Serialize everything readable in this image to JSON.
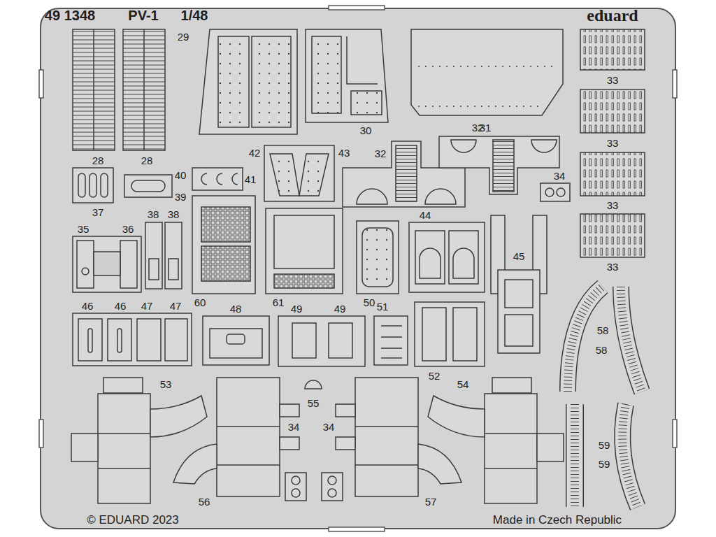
{
  "diagram": {
    "labels": [
      "49 1348",
      "PV-1",
      "1/48",
      "eduard",
      "29",
      "28",
      "28",
      "30",
      "31",
      "33",
      "33",
      "33",
      "32",
      "32",
      "42",
      "43",
      "40",
      "41",
      "39",
      "37",
      "34",
      "33",
      "38",
      "38",
      "35",
      "36",
      "44",
      "45",
      "60",
      "61",
      "50",
      "51",
      "46",
      "46",
      "47",
      "47",
      "48",
      "49",
      "49",
      "53",
      "54",
      "58",
      "58",
      "52",
      "55",
      "34",
      "34",
      "56",
      "57",
      "59",
      "59",
      "© EDUARD 2023",
      "Made in Czech Republic"
    ]
  }
}
